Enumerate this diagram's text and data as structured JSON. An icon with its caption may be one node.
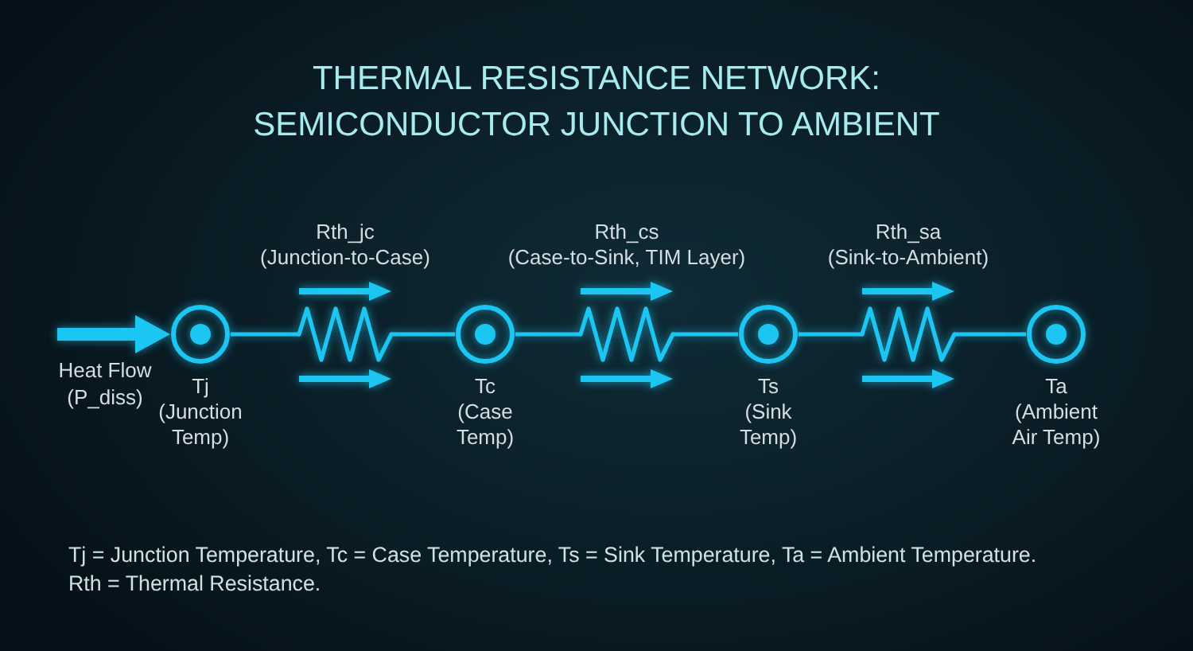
{
  "diagram": {
    "title": "THERMAL RESISTANCE NETWORK: SEMICONDUCTOR JUNCTION TO AMBIENT",
    "nodes": [
      {
        "text": [],
        "shape": "circle",
        "beside": [
          "Tj",
          "(Junction Temp)"
        ]
      },
      {
        "text": [],
        "shape": "resistor",
        "beside": [
          "Rth_jc",
          "(Junction-to-Case)"
        ]
      },
      {
        "text": [],
        "shape": "circle",
        "beside": [
          "Tc",
          "(Case Temp)"
        ]
      },
      {
        "text": [],
        "shape": "resistor",
        "beside": [
          "Rth_cs",
          "(Case-to-Sink, TIM Layer)"
        ]
      },
      {
        "text": [],
        "shape": "circle",
        "beside": [
          "Ts",
          "(Sink Temp)"
        ]
      },
      {
        "text": [],
        "shape": "resistor",
        "beside": [
          "Rth_sa",
          "(Sink-to-Ambient)"
        ]
      },
      {
        "text": [],
        "shape": "circle",
        "beside": [
          "Ta",
          "(Ambient Air Temp)"
        ]
      }
    ],
    "edges": [
      {
        "from": null,
        "to": 0,
        "arrow": "to",
        "label": "Heat Flow (P_diss)",
        "style": "thick"
      },
      {
        "from": 0,
        "to": 1,
        "arrow": "none"
      },
      {
        "from": 1,
        "to": 2,
        "arrow": "none"
      },
      {
        "from": 2,
        "to": 3,
        "arrow": "none"
      },
      {
        "from": 3,
        "to": 4,
        "arrow": "none"
      },
      {
        "from": 4,
        "to": 5,
        "arrow": "none"
      },
      {
        "from": 5,
        "to": 6,
        "arrow": "none"
      }
    ],
    "labels": [
      "Tj = Junction Temperature, Tc = Case Temperature, Ts = Sink Temperature, Ta = Ambient Temperature.",
      "Rth = Thermal Resistance."
    ]
  }
}
